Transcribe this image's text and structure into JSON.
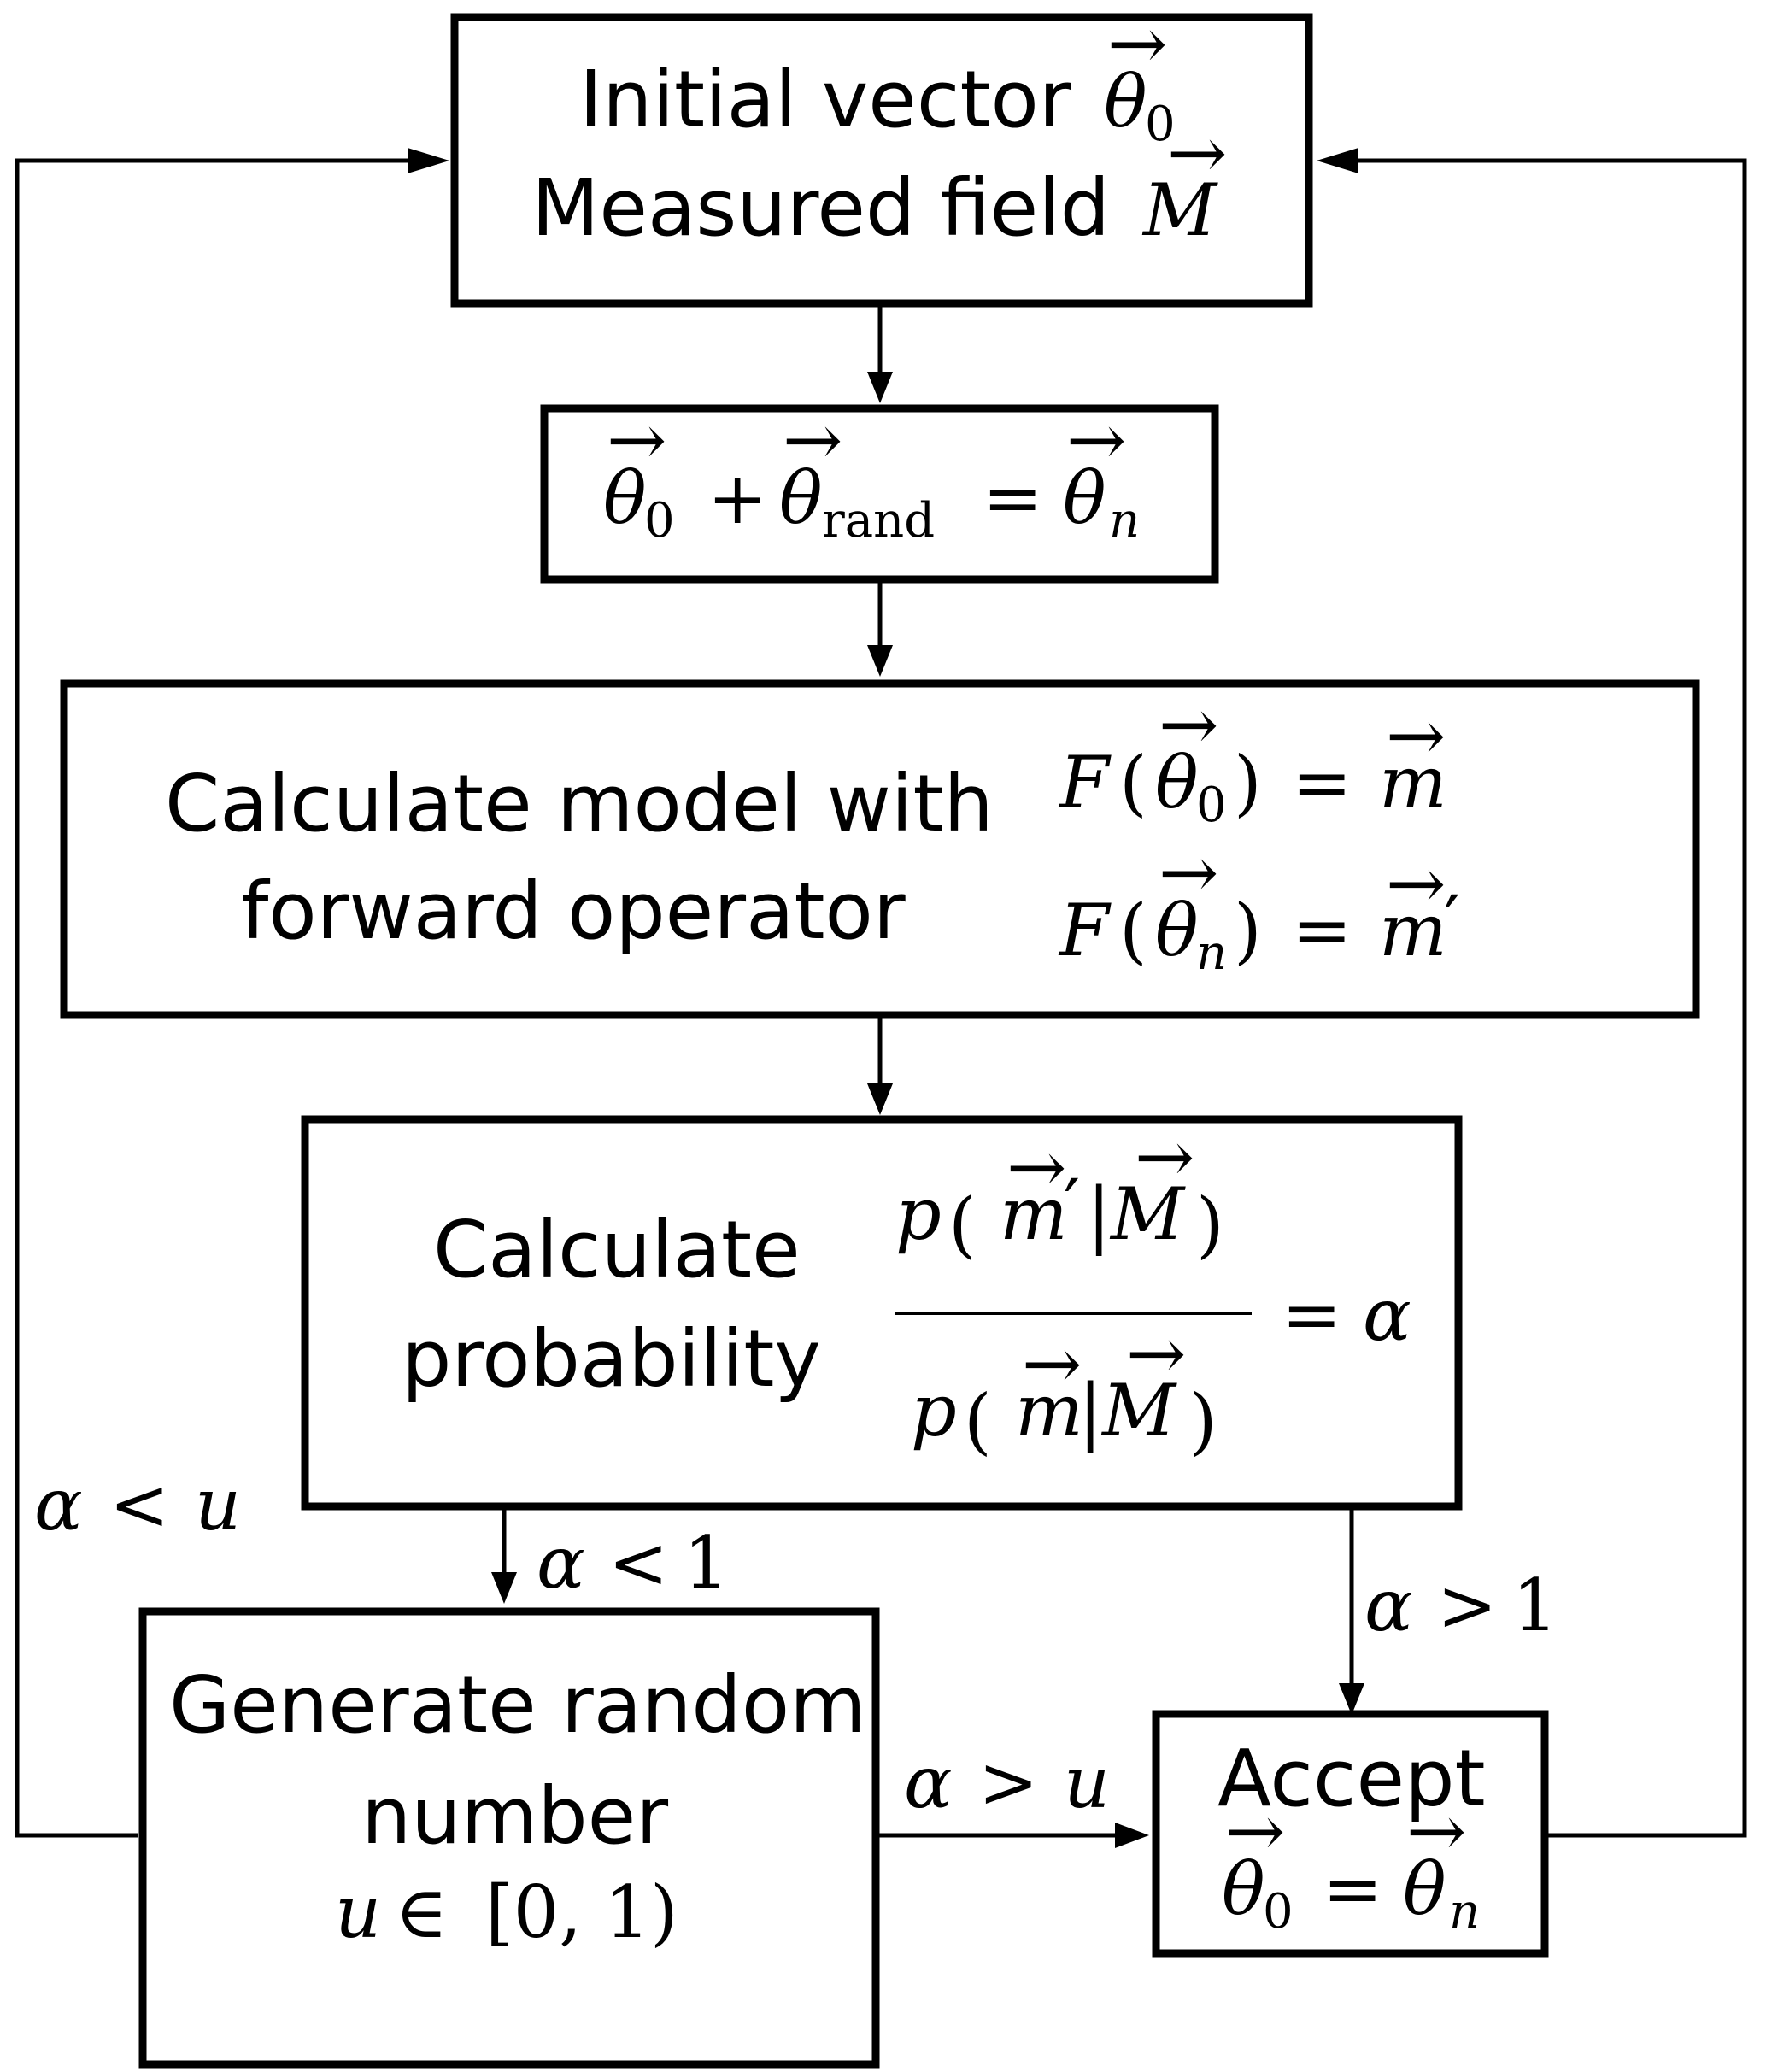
{
  "colors": {
    "stroke": "#000000",
    "background": "#ffffff"
  },
  "nodes": {
    "init": {
      "line1": "Initial vector",
      "line2": "Measured field"
    },
    "perturb": {},
    "forward": {
      "line1": "Calculate model with",
      "line2": "forward operator"
    },
    "prob": {
      "line1": "Calculate",
      "line2": "probability"
    },
    "random": {
      "line1": "Generate random",
      "line2": "number"
    },
    "accept": {
      "line1": "Accept"
    }
  },
  "math_symbols": {
    "theta": "θ",
    "vec": "→",
    "plus": "+",
    "equals": "=",
    "prime": "′",
    "bar": "|",
    "alpha": "α",
    "less": "<",
    "greater": ">",
    "element_of": "∈",
    "sub_zero": "0",
    "sub_rand": "rand",
    "sub_n": "n",
    "F": "F",
    "M": "M",
    "m": "m",
    "p": "p",
    "u": "u",
    "lparen": "(",
    "rparen": ")",
    "interval": "[0, 1)"
  },
  "edges": {
    "alpha_lt_1": {
      "lhs": "α",
      "op": "<",
      "rhs": "1"
    },
    "alpha_gt_1": {
      "lhs": "α",
      "op": ">",
      "rhs": "1"
    },
    "alpha_lt_u": {
      "lhs": "α",
      "op": "<",
      "rhs": "u"
    },
    "alpha_gt_u": {
      "lhs": "α",
      "op": ">",
      "rhs": "u"
    }
  }
}
